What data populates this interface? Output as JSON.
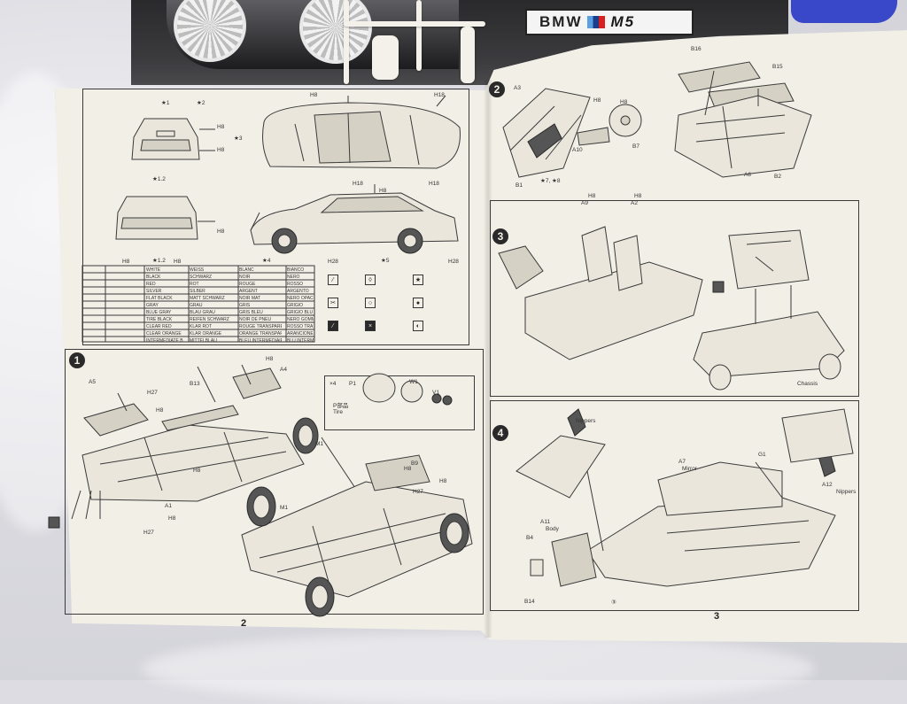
{
  "box": {
    "plate_text": "BMW",
    "plate_badge": "M5"
  },
  "page_left": {
    "page_number": "2",
    "views": {
      "star_1": "★1",
      "star_2": "★2",
      "star_3": "★3",
      "star_1_2_a": "★1.2",
      "star_1_2_b": "★1.2",
      "star_4": "★4",
      "star_5": "★5",
      "h_labels": [
        "H8",
        "H8",
        "H8",
        "H8",
        "H18",
        "H18",
        "H18",
        "H8",
        "H8",
        "H8",
        "H28",
        "H28"
      ]
    },
    "paint_table": {
      "rows": [
        [
          "WHITE",
          "WEISS",
          "BLANC",
          "BIANCO"
        ],
        [
          "BLACK",
          "SCHWARZ",
          "NOIR",
          "NERO"
        ],
        [
          "RED",
          "ROT",
          "ROUGE",
          "ROSSO"
        ],
        [
          "SILVER",
          "SILBER",
          "ARGENT",
          "ARGENTO"
        ],
        [
          "FLAT BLACK",
          "MATT SCHWARZ",
          "NOIR MAT",
          "NERO OPACO"
        ],
        [
          "GRAY",
          "GRAU",
          "GRIS",
          "GRIGIO"
        ],
        [
          "BLUE GRAY",
          "BLAU GRAU",
          "GRIS BLEU",
          "GRIGIO BLU"
        ],
        [
          "TIRE BLACK",
          "REIFEN SCHWARZ",
          "NOIR DE PNEU",
          "NERO GOMME"
        ],
        [
          "CLEAR RED",
          "KLAR ROT",
          "ROUGE TRANSPARENT",
          "ROSSO TRASPARENTE"
        ],
        [
          "CLEAR ORANGE",
          "KLAR ORANGE",
          "ORANGE TRANSPARENT",
          "ARANCIONE TRASPARENTE"
        ],
        [
          "INTERMEDIATE BLUE",
          "MITTELBLAU",
          "BLEU INTERMEDIAIRE",
          "BLU INTERMEDIO"
        ]
      ]
    },
    "step1": {
      "number": "1",
      "parts": [
        "A5",
        "H27",
        "H8",
        "B13",
        "H8",
        "A4",
        "H8",
        "A1",
        "H8",
        "H27",
        "M1",
        "H8",
        "B9",
        "H8",
        "M1",
        "H27"
      ],
      "inset_labels": [
        "×4",
        "P1",
        "W1",
        "V1",
        "P部品",
        "Tire"
      ]
    }
  },
  "page_right": {
    "page_number": "3",
    "step2": {
      "number": "2",
      "parts": [
        "A3",
        "A10",
        "B7",
        "B1",
        "B16",
        "B15",
        "A8",
        "B2",
        "H8",
        "H8"
      ],
      "note": "★7, ★8"
    },
    "step3": {
      "number": "3",
      "parts": [
        "A9",
        "A2",
        "H8",
        "H8"
      ],
      "notes": [
        "Chassis"
      ]
    },
    "step4": {
      "number": "4",
      "parts": [
        "A7",
        "G1",
        "A12",
        "A11",
        "B4",
        "B14"
      ],
      "labels": [
        "Nippers",
        "Mirror",
        "Nippers",
        "Body"
      ],
      "plate_note": "③"
    }
  }
}
